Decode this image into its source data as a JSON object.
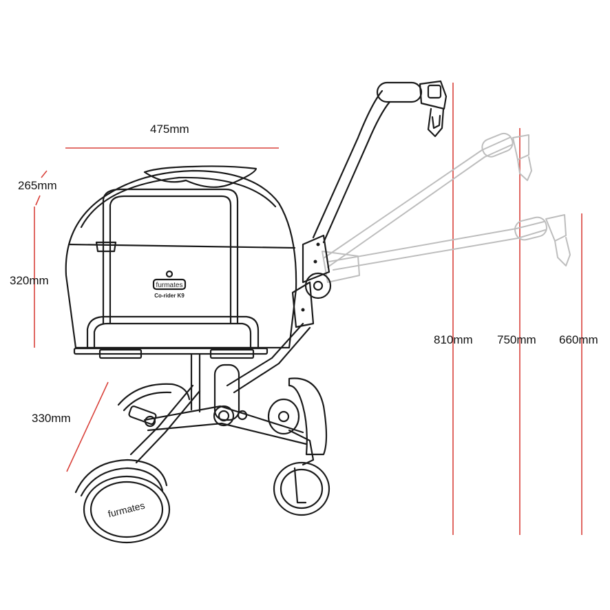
{
  "dimensions": {
    "width": "475mm",
    "top_height": "265mm",
    "body_height": "320mm",
    "wheel_span": "330mm",
    "handle_high": "810mm",
    "handle_mid": "750mm",
    "handle_low": "660mm"
  },
  "branding": {
    "logo_text": "furmates",
    "model_text": "Co-rider K9",
    "wheel_logo": "furmates"
  },
  "colors": {
    "dimension_line": "#d9413a",
    "outline": "#1a1a1a",
    "ghost_handle": "#bdbdbd"
  }
}
